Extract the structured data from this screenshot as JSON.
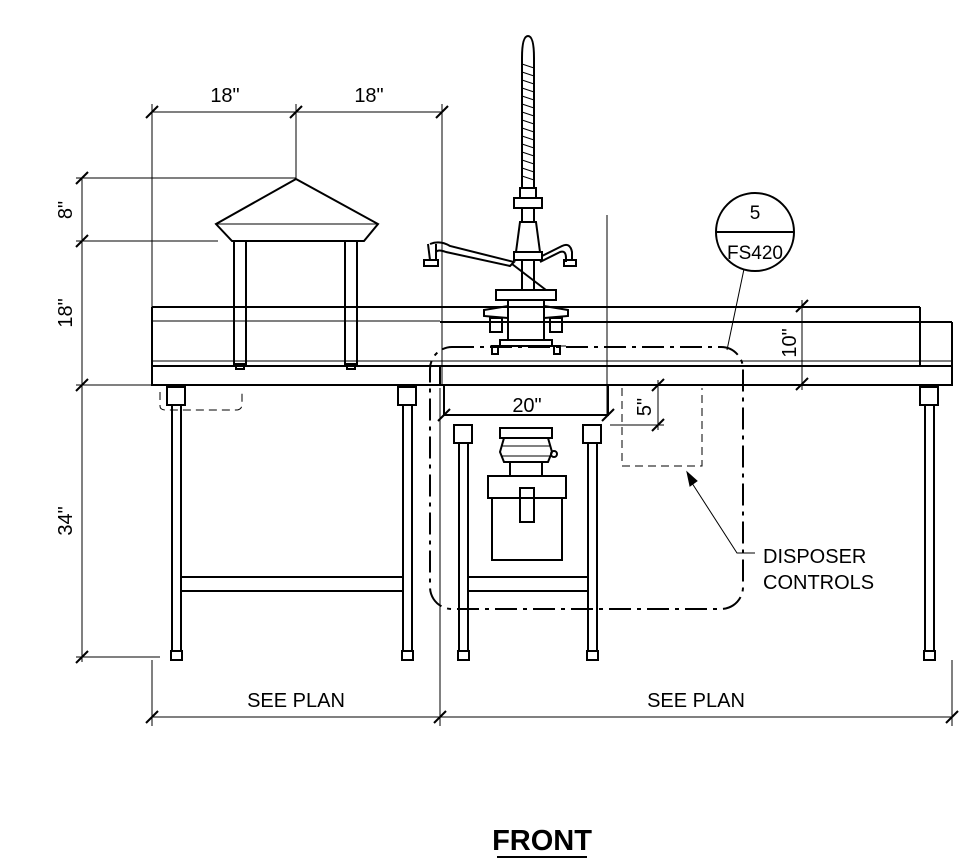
{
  "dimensions": {
    "hood_width_left": "18\"",
    "hood_width_right": "18\"",
    "hood_height": "8\"",
    "shelf_height": "18\"",
    "table_height": "34\"",
    "backsplash_height": "10\"",
    "sink_width": "20\"",
    "sink_depth": "5\"",
    "left_length": "SEE PLAN",
    "right_length": "SEE PLAN"
  },
  "callout": {
    "detail_number": "5",
    "sheet": "FS420"
  },
  "note": {
    "line1": "DISPOSER",
    "line2": "CONTROLS"
  },
  "title": "FRONT"
}
